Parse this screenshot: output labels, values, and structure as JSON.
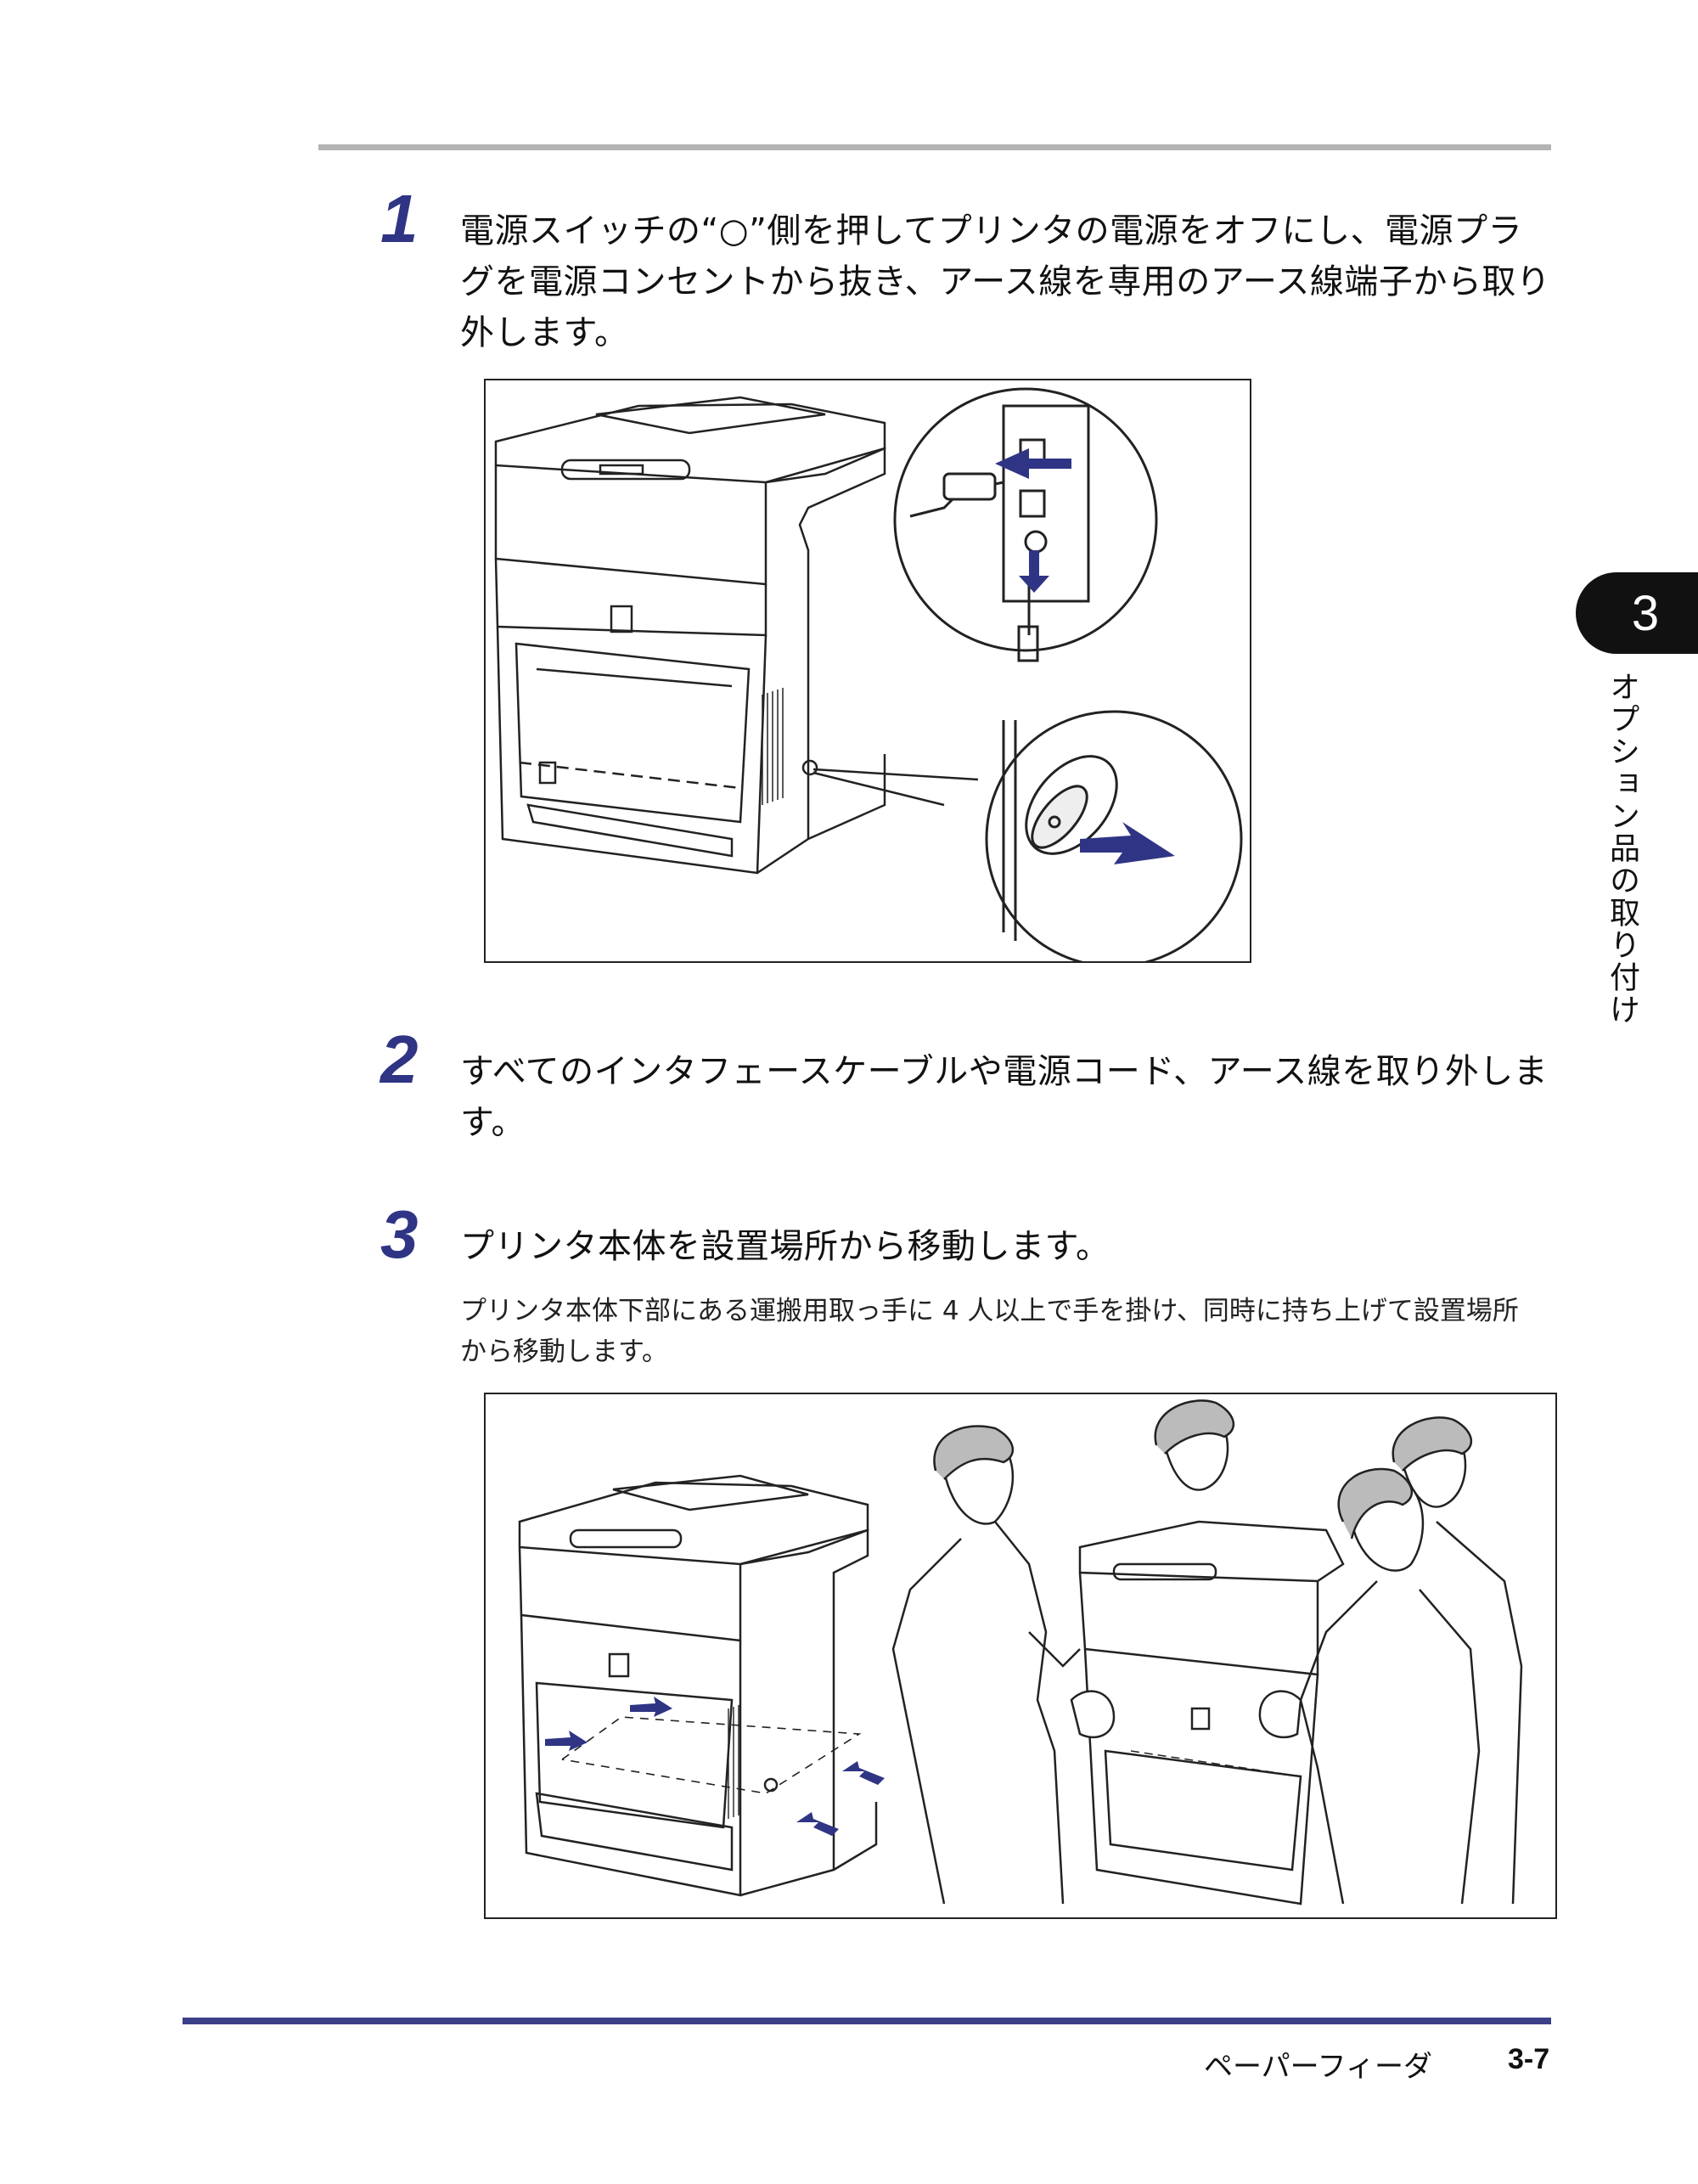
{
  "chapter": {
    "number": "3",
    "title": "オプション品の取り付け"
  },
  "steps": [
    {
      "number": "1",
      "lines": [
        "電源スイッチの“○”側を押してプリンタの電源をオフにし、電源プラ",
        "グを電源コンセントから抜き、アース線を専用のアース線端子から取り",
        "外します。"
      ]
    },
    {
      "number": "2",
      "lines": [
        "すべてのインタフェースケーブルや電源コード、アース線を取り外しま",
        "す。"
      ]
    },
    {
      "number": "3",
      "lines": [
        "プリンタ本体を設置場所から移動します。"
      ],
      "description": [
        "プリンタ本体下部にある運搬用取っ手に 4 人以上で手を掛け、同時に持ち上げて設置場所",
        "から移動します。"
      ]
    }
  ],
  "footer": {
    "section": "ペーパーフィーダ",
    "page": "3-7"
  },
  "colors": {
    "accent": "#2f3484",
    "rule_top": "#b4b4b4",
    "rule_bottom": "#3b3f88"
  }
}
